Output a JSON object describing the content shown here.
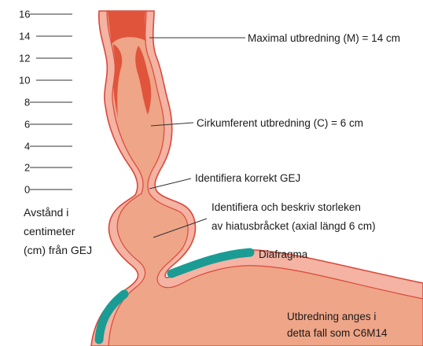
{
  "scale": {
    "ticks": [
      "16",
      "14",
      "12",
      "10",
      "8",
      "6",
      "4",
      "2",
      "0"
    ],
    "caption_lines": [
      "Avstånd i",
      "centimeter",
      "(cm) från GEJ"
    ]
  },
  "annotations": {
    "maximal": "Maximal utbredning (M) = 14 cm",
    "circumferential": "Cirkumferent utbredning (C) = 6 cm",
    "gej": "Identifiera korrekt GEJ",
    "hernia_line1": "Identifiera och beskriv storleken",
    "hernia_line2": "av hiatusbråcket (axial längd 6 cm)",
    "diaphragm": "Diafragma",
    "summary_line1": "Utbredning anges i",
    "summary_line2": "detta fall som C6M14"
  },
  "colors": {
    "wall": "#f4b3a3",
    "wall_stroke": "#d9493a",
    "lumen": "#efa587",
    "barrett": "#e0543c",
    "diaphragm": "#1a9c94"
  }
}
